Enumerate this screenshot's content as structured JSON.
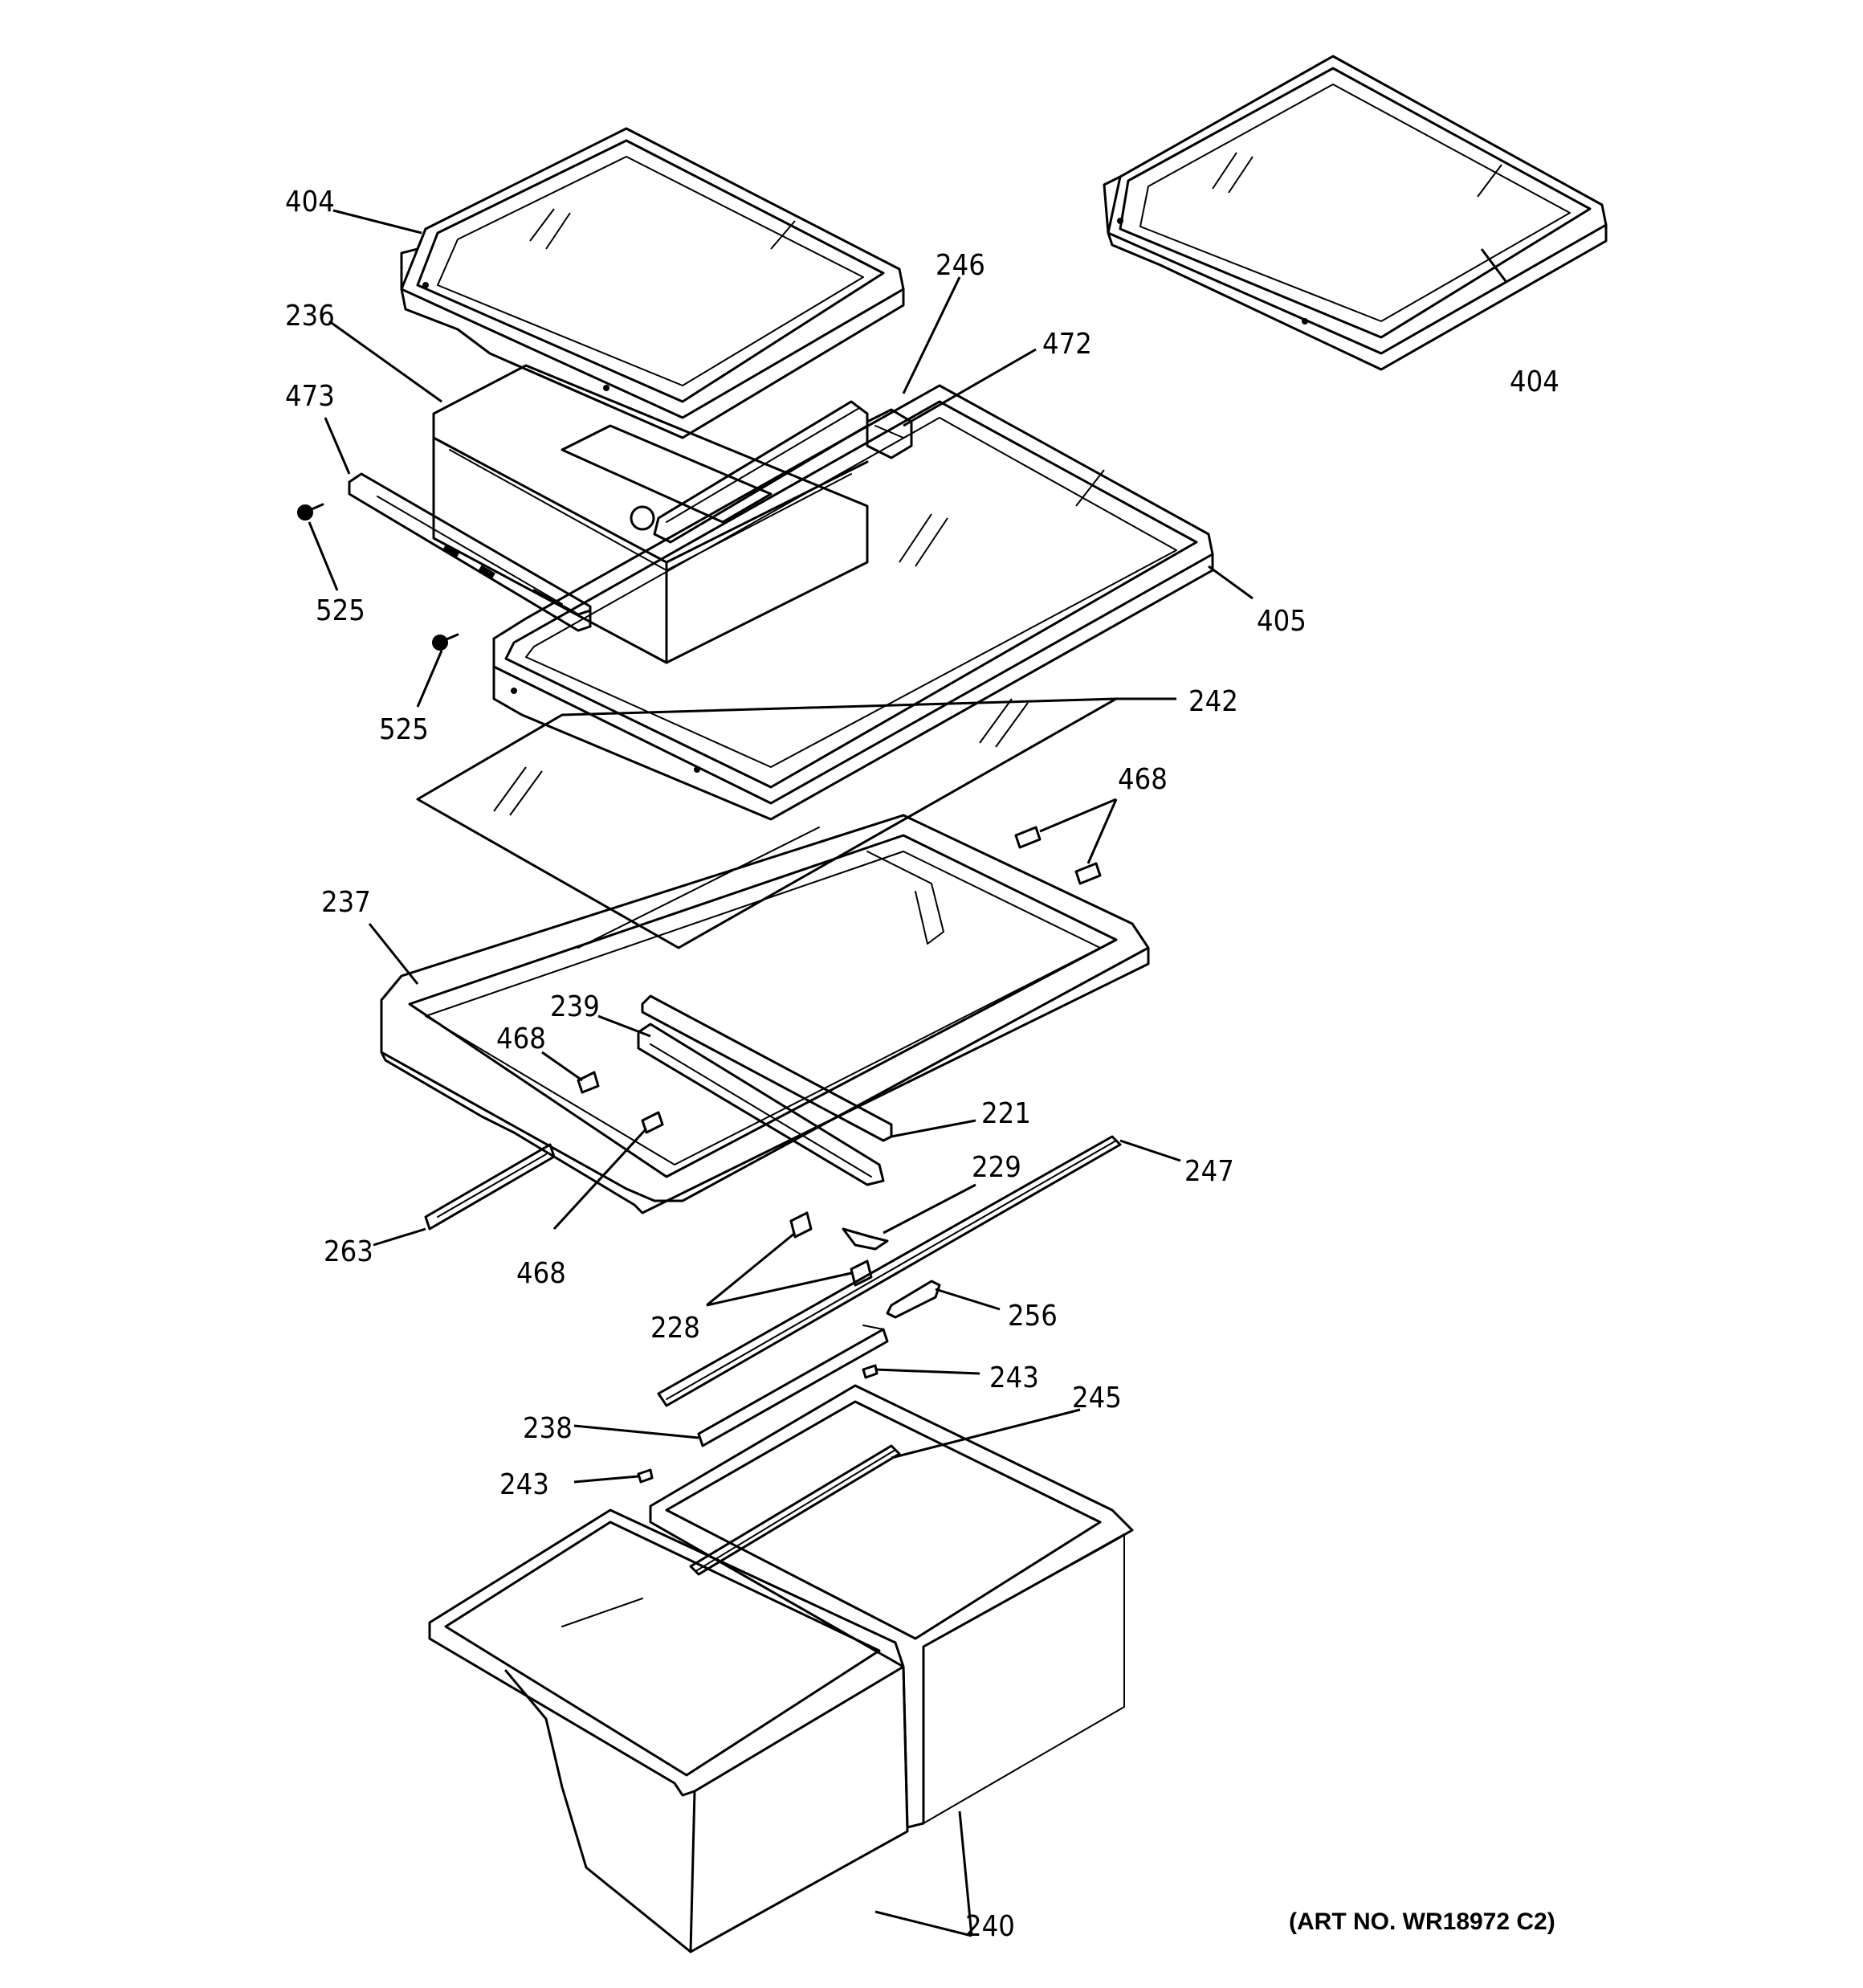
{
  "art_number": "(ART NO. WR18972 C2)",
  "callouts": {
    "c404_top_left": "404",
    "c404_top_right": "404",
    "c236": "236",
    "c246": "246",
    "c472": "472",
    "c473": "473",
    "c525_a": "525",
    "c525_b": "525",
    "c405": "405",
    "c242": "242",
    "c468_right": "468",
    "c237": "237",
    "c239": "239",
    "c468_left": "468",
    "c221": "221",
    "c229": "229",
    "c247": "247",
    "c263": "263",
    "c468_bottom": "468",
    "c228": "228",
    "c256": "256",
    "c243_a": "243",
    "c245": "245",
    "c238": "238",
    "c243_b": "243",
    "c240": "240"
  }
}
